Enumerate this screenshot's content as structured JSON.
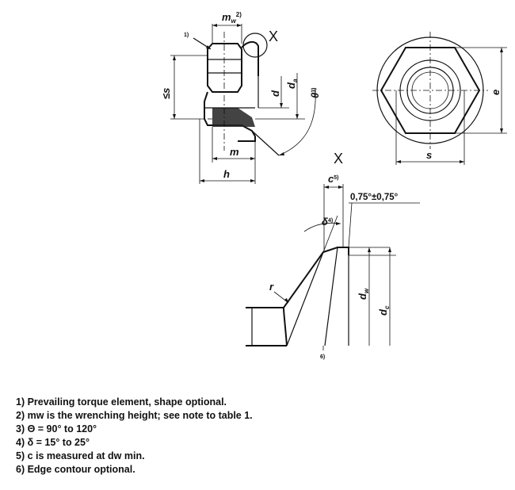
{
  "labels": {
    "ref1": "1)",
    "mw": "m",
    "mw_sub": "w",
    "mw_ref": "2)",
    "x_top": "X",
    "le_s": "≤s",
    "d": "d",
    "da": "d",
    "da_sub": "a",
    "theta": "θ",
    "theta_ref": "3)",
    "m": "m",
    "h": "h",
    "e": "e",
    "s": "s",
    "x_detail": "X",
    "c": "c",
    "c_ref": "5)",
    "angle": "0,75°±0,75°",
    "delta": "δ",
    "delta_ref": "4)",
    "r": "r",
    "dw": "d",
    "dw_sub": "w",
    "dc": "d",
    "dc_sub": "c",
    "ref6": "6)"
  },
  "notes": [
    "1) Prevailing torque element, shape optional.",
    "2) mw is the wrenching height; see note to table 1.",
    "3) Θ = 90° to 120°",
    "4) δ = 15° to 25°",
    "5) c is measured at dw min.",
    "6) Edge contour optional."
  ]
}
